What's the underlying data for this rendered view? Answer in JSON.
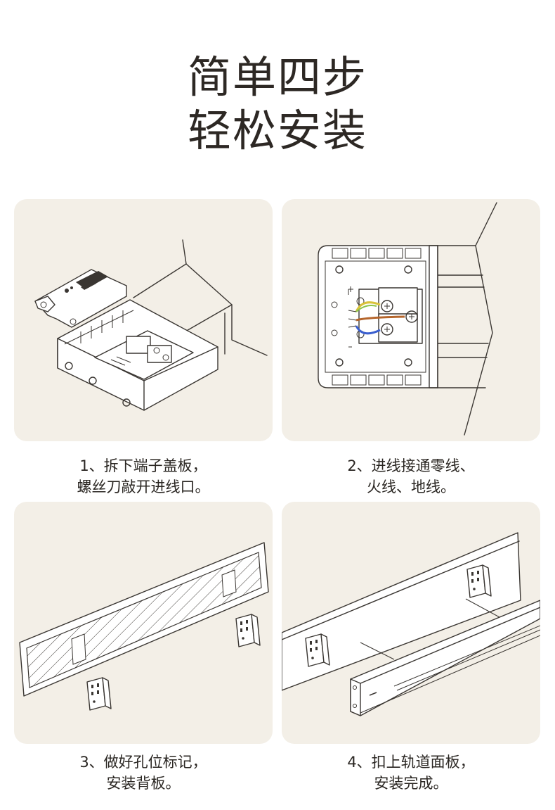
{
  "title": {
    "line1": "简单四步",
    "line2": "轻松安装"
  },
  "steps": [
    {
      "line1": "1、拆下端子盖板，",
      "line2": "螺丝刀敲开进线口。"
    },
    {
      "line1": "2、进线接通零线、",
      "line2": "火线、地线。"
    },
    {
      "line1": "3、做好孔位标记，",
      "line2": "安装背板。"
    },
    {
      "line1": "4、扣上轨道面板，",
      "line2": "安装完成。"
    }
  ],
  "colors": {
    "panel_bg": "#f3efe7",
    "text": "#2a2622",
    "line_art": "#3a3632",
    "wire_yellow": "#d9c23a",
    "wire_blue": "#3b5fcf",
    "wire_brown": "#b5652b",
    "wire_green": "#8bc34a"
  }
}
